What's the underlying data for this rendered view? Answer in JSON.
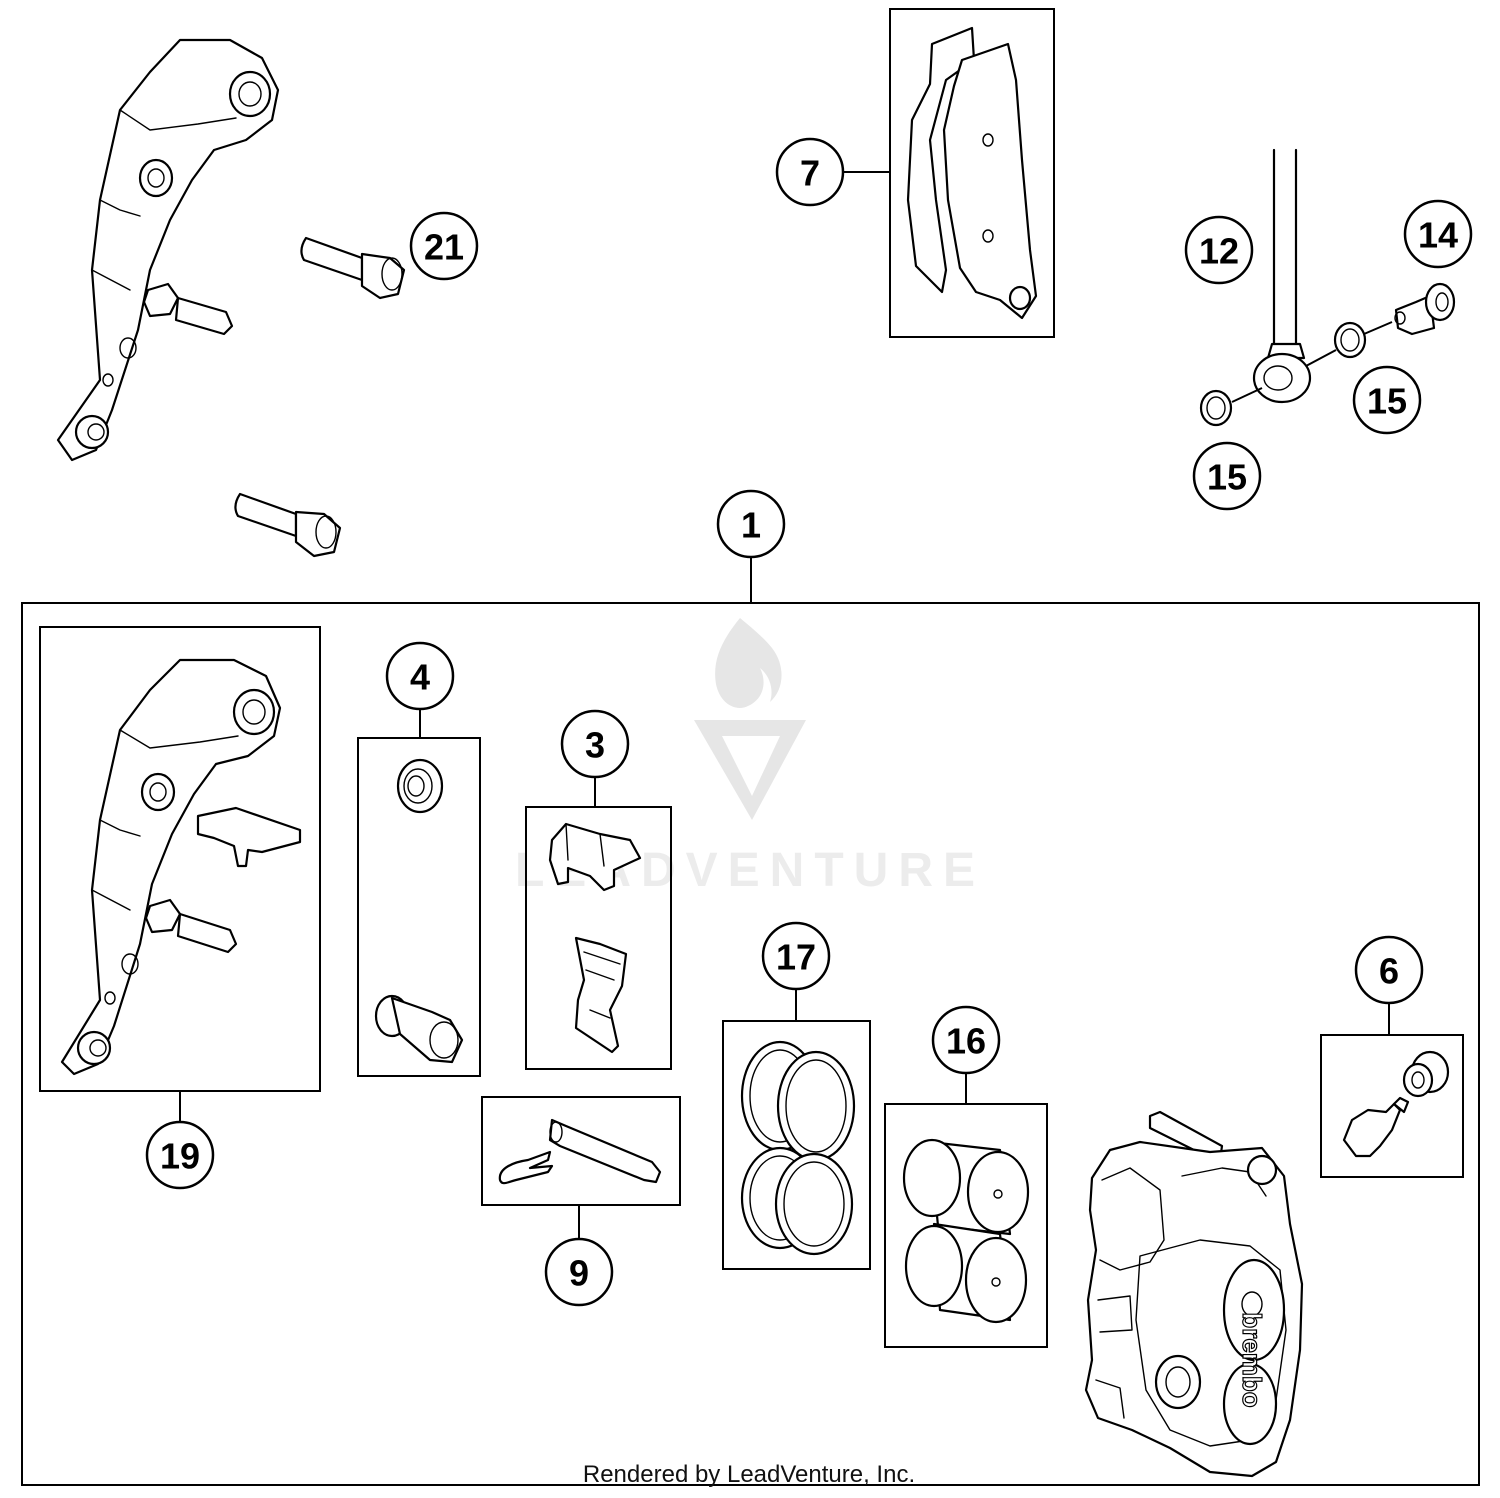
{
  "callouts": {
    "c1": "1",
    "c3": "3",
    "c4": "4",
    "c6": "6",
    "c7": "7",
    "c9": "9",
    "c12": "12",
    "c14": "14",
    "c15a": "15",
    "c15b": "15",
    "c16": "16",
    "c17": "17",
    "c19": "19",
    "c21": "21"
  },
  "watermark": {
    "text": "LEADVENTURE"
  },
  "footer": {
    "text": "Rendered by LeadVenture, Inc."
  },
  "caliper_brand": "brembo"
}
